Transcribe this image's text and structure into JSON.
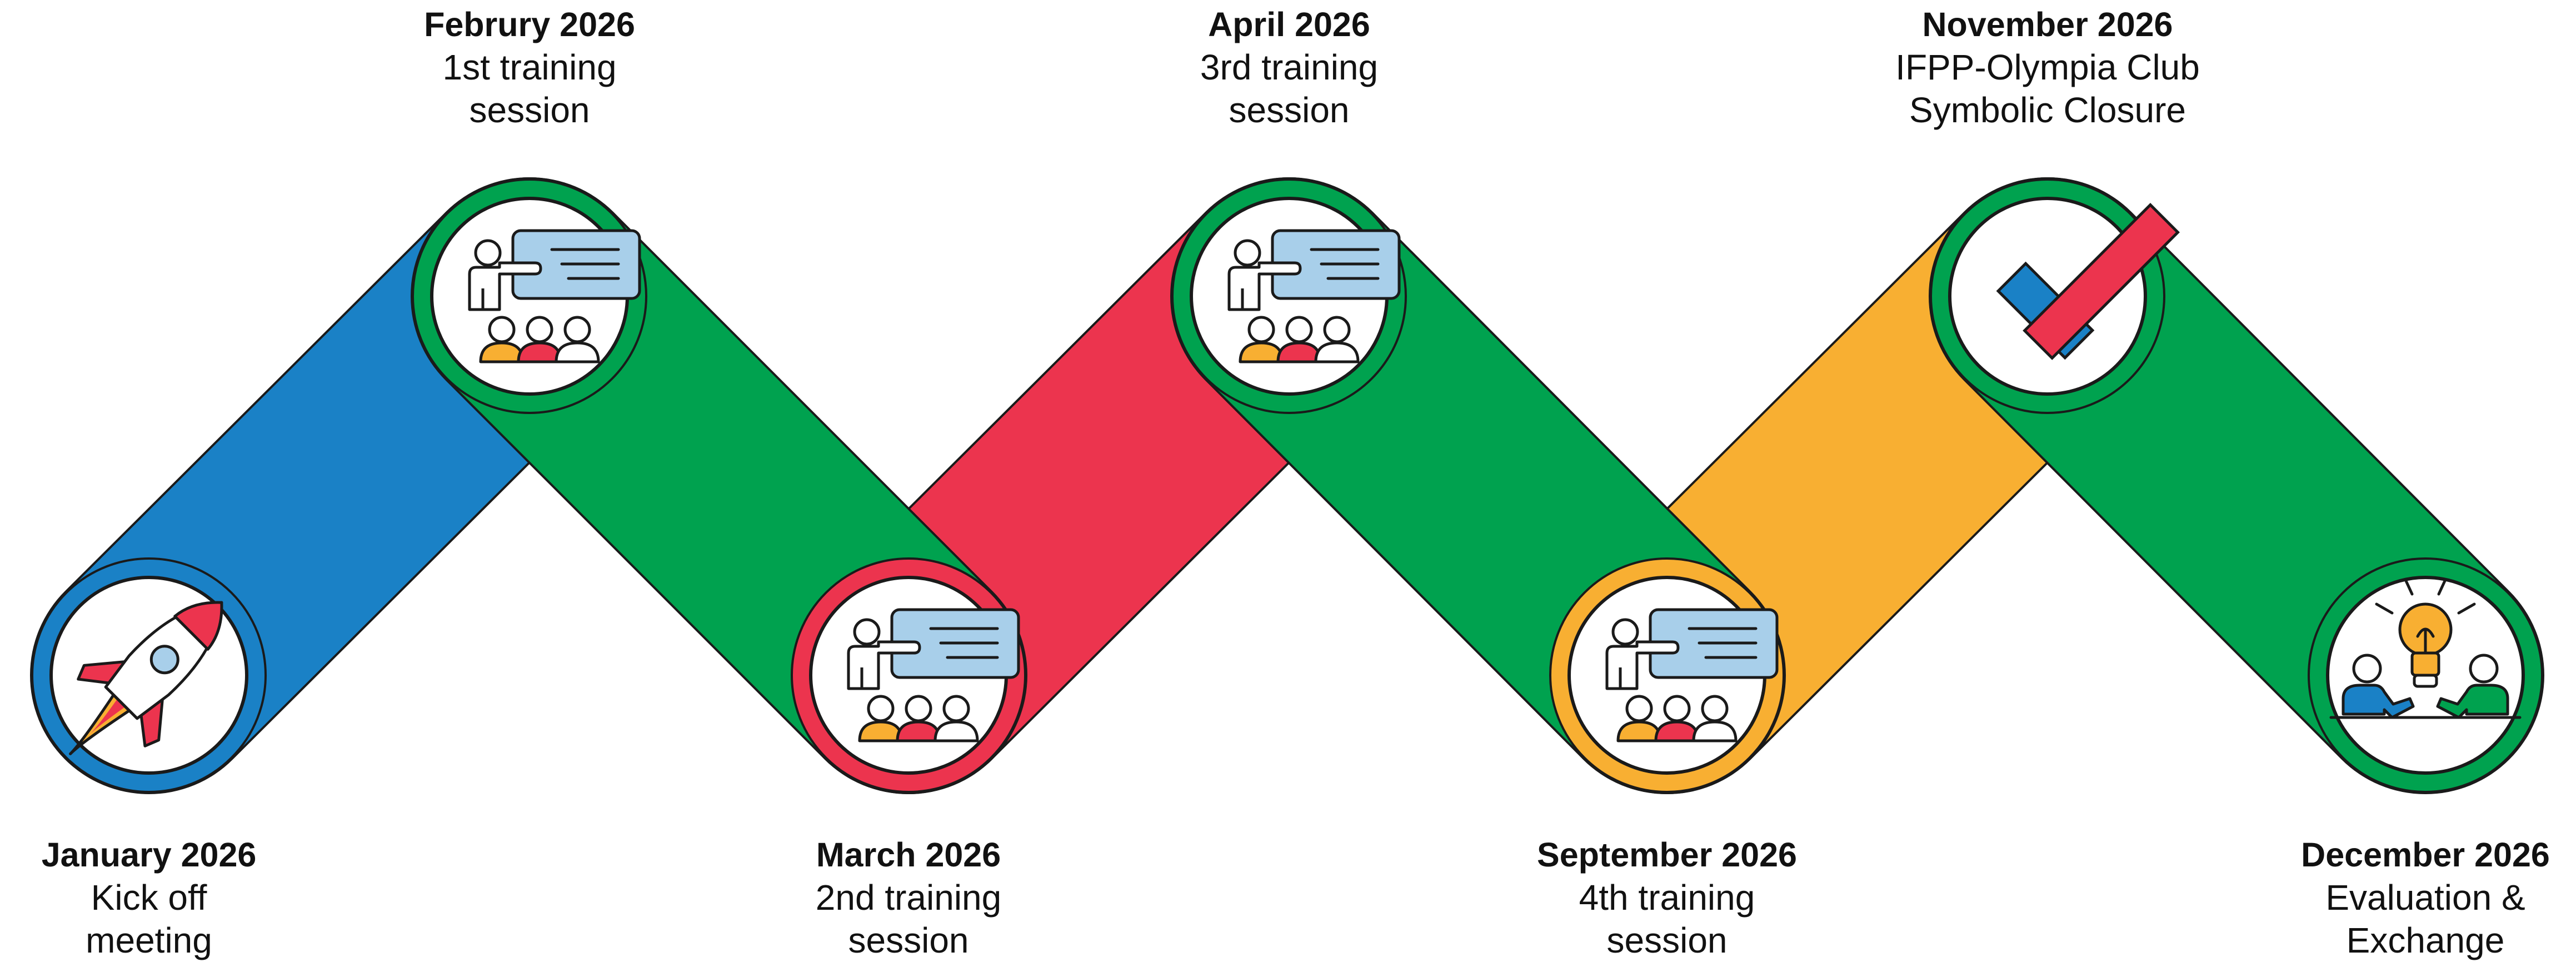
{
  "colors": {
    "blue": "#1A81C6",
    "green": "#00A24F",
    "red": "#EC344E",
    "orange": "#F8AF32",
    "light_blue": "#A8CFEA",
    "outline": "#1a1a1a"
  },
  "milestones": [
    {
      "date": "January 2026",
      "lines": [
        "Kick off",
        "meeting"
      ],
      "icon": "rocket-icon"
    },
    {
      "date": "Februry 2026",
      "lines": [
        "1st training",
        "session"
      ],
      "icon": "training-session-icon"
    },
    {
      "date": "March 2026",
      "lines": [
        "2nd training",
        "session"
      ],
      "icon": "training-session-icon"
    },
    {
      "date": "April 2026",
      "lines": [
        "3rd training",
        "session"
      ],
      "icon": "training-session-icon"
    },
    {
      "date": "September 2026",
      "lines": [
        "4th training",
        "session"
      ],
      "icon": "training-session-icon"
    },
    {
      "date": "November 2026",
      "lines": [
        "IFPP-Olympia Club",
        "Symbolic Closure"
      ],
      "icon": "checkmark-icon"
    },
    {
      "date": "December 2026",
      "lines": [
        "Evaluation &",
        "Exchange"
      ],
      "icon": "idea-exchange-icon"
    }
  ]
}
